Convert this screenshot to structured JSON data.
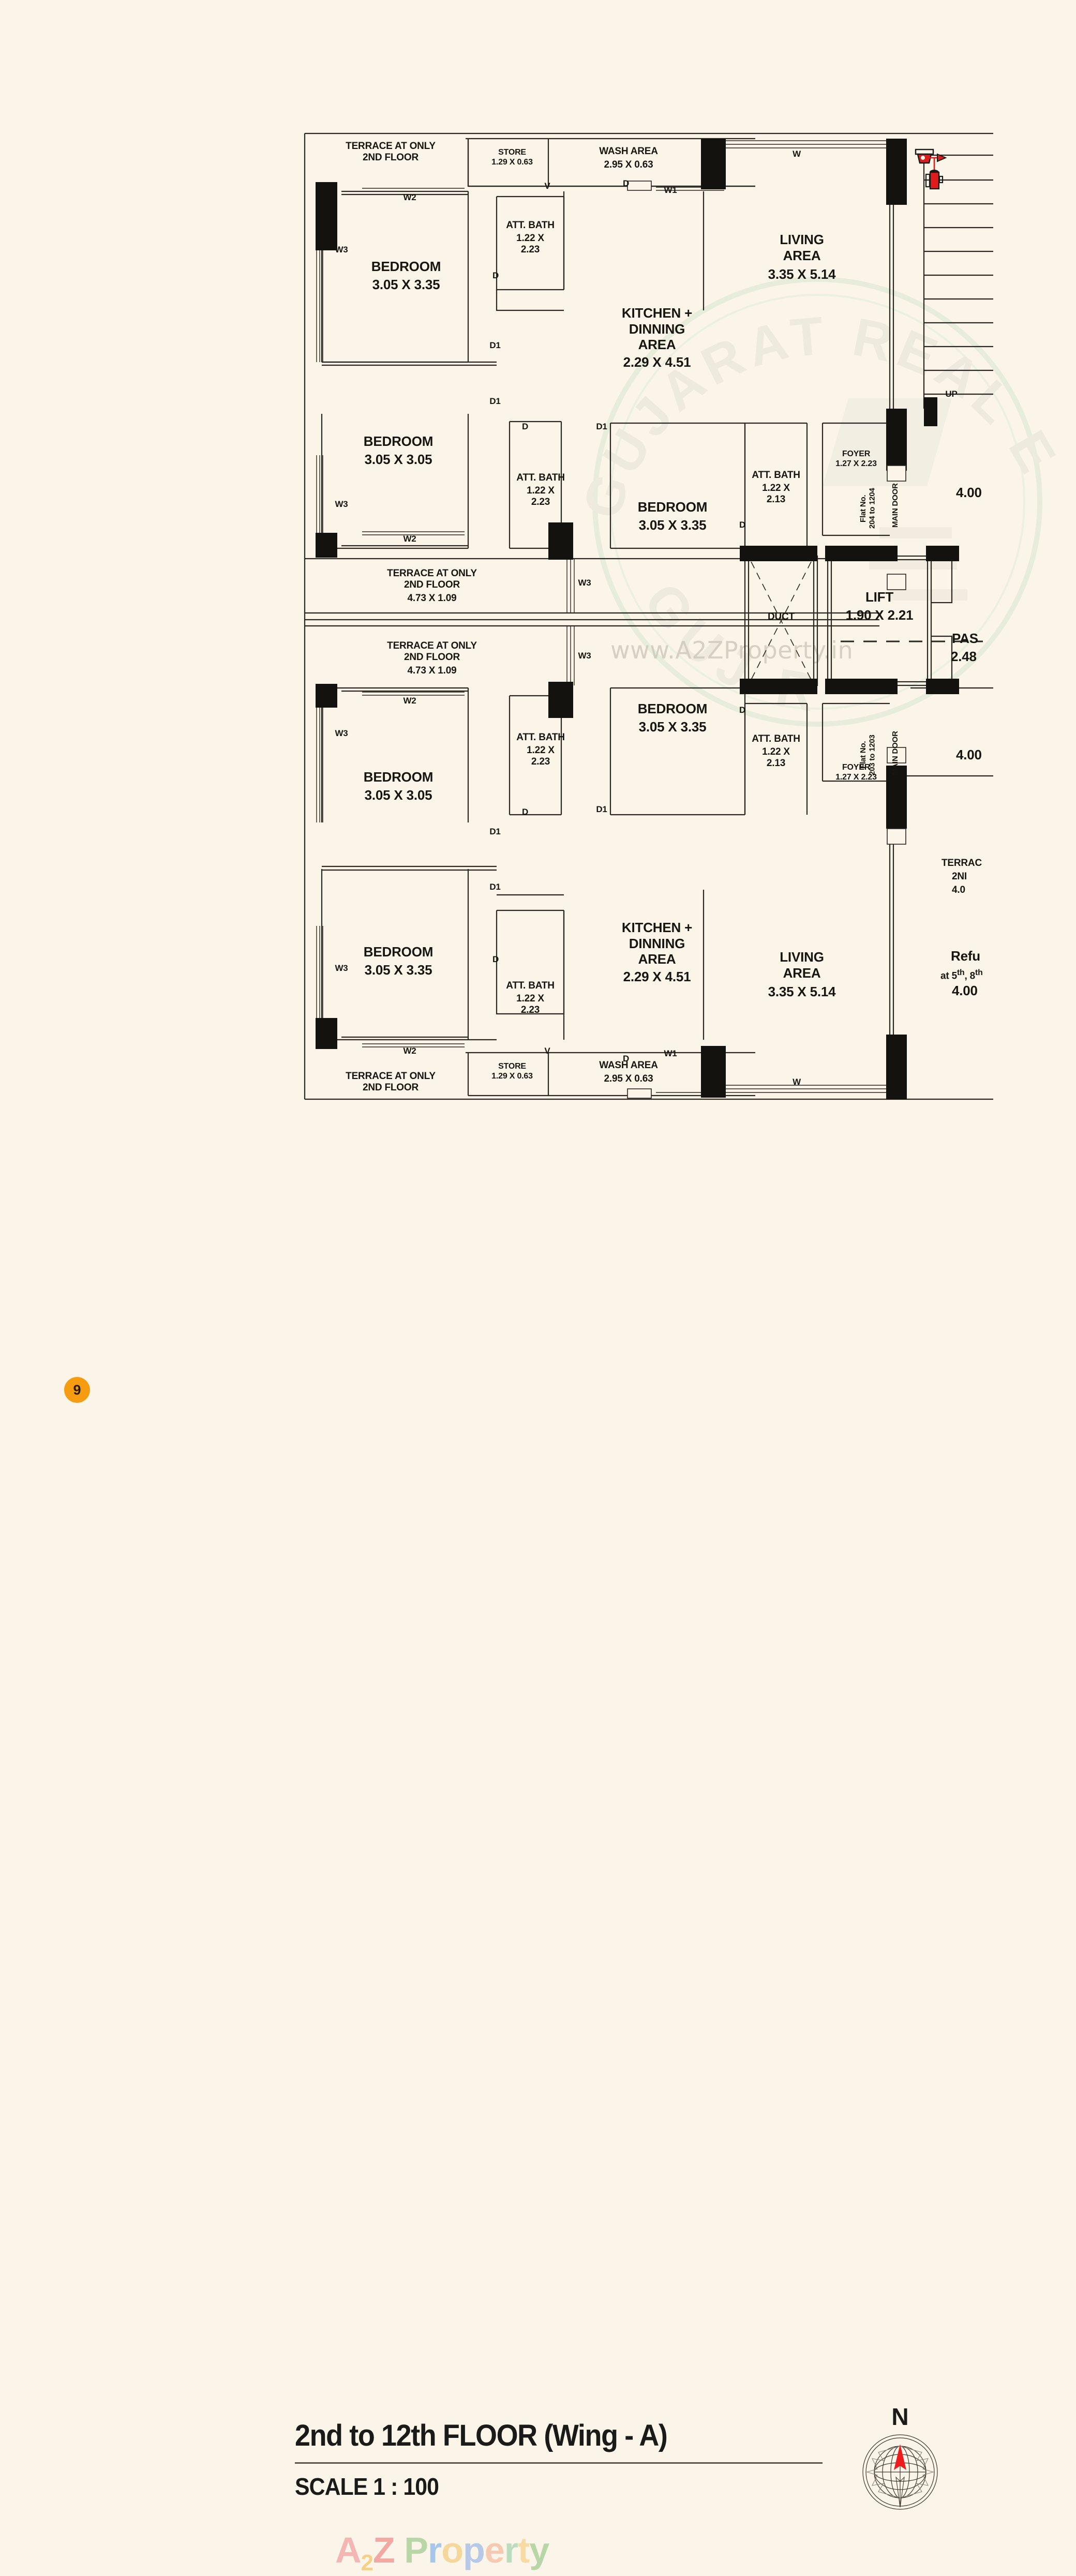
{
  "document": {
    "title": "2nd to 12th FLOOR (Wing - A)",
    "scale": "SCALE 1 : 100",
    "page_number": "9",
    "compass_label": "N",
    "watermark_url": "www.A2ZProperty.in",
    "watermark_seal": "GUJARAT REAL ESTATE REGULATORY AUTHORITY",
    "brand": {
      "a": "A",
      "two": "2",
      "z": "Z",
      "property": "Property"
    }
  },
  "unit_top": {
    "terrace_nw": {
      "name": "TERRACE AT ONLY\n2ND FLOOR"
    },
    "store": {
      "name": "STORE",
      "dim": "1.29 X 0.63"
    },
    "wash_area": {
      "name": "WASH AREA",
      "dim": "2.95 X 0.63"
    },
    "bedroom_nw": {
      "name": "BEDROOM",
      "dim": "3.05 X 3.35"
    },
    "att_bath_1": {
      "name": "ATT. BATH",
      "dim": "1.22 X\n2.23"
    },
    "kitchen": {
      "name": "KITCHEN +\nDINNING\nAREA",
      "dim": "2.29 X 4.51"
    },
    "living": {
      "name": "LIVING\nAREA",
      "dim": "3.35 X 5.14"
    },
    "bedroom_w2": {
      "name": "BEDROOM",
      "dim": "3.05 X 3.05"
    },
    "att_bath_2": {
      "name": "ATT. BATH",
      "dim": "1.22 X\n2.23"
    },
    "bedroom_mid": {
      "name": "BEDROOM",
      "dim": "3.05 X 3.35"
    },
    "att_bath_3": {
      "name": "ATT. BATH",
      "dim": "1.22 X\n2.13"
    },
    "foyer": {
      "name": "FOYER",
      "dim": "1.27 X 2.23"
    },
    "flat_no": "Flat No.\n204 to 1204",
    "main_door": "MAIN DOOR",
    "terrace_mid": {
      "name": "TERRACE AT ONLY\n2ND FLOOR",
      "dim": "4.73 X 1.09"
    }
  },
  "unit_bottom": {
    "terrace_mid": {
      "name": "TERRACE AT ONLY\n2ND FLOOR",
      "dim": "4.73 X 1.09"
    },
    "bedroom_w2": {
      "name": "BEDROOM",
      "dim": "3.05 X 3.05"
    },
    "att_bath_1": {
      "name": "ATT. BATH",
      "dim": "1.22 X\n2.23"
    },
    "bedroom_mid": {
      "name": "BEDROOM",
      "dim": "3.05 X 3.35"
    },
    "att_bath_3": {
      "name": "ATT. BATH",
      "dim": "1.22 X\n2.13"
    },
    "foyer": {
      "name": "FOYER",
      "dim": "1.27 X 2.23"
    },
    "flat_no": "Flat No.\n203 to 1203",
    "main_door": "MAIN DOOR",
    "bedroom_sw": {
      "name": "BEDROOM",
      "dim": "3.05 X 3.35"
    },
    "att_bath_2": {
      "name": "ATT. BATH",
      "dim": "1.22 X\n2.23"
    },
    "kitchen": {
      "name": "KITCHEN +\nDINNING\nAREA",
      "dim": "2.29 X 4.51"
    },
    "living": {
      "name": "LIVING\nAREA",
      "dim": "3.35 X 5.14"
    },
    "store": {
      "name": "STORE",
      "dim": "1.29 X 0.63"
    },
    "wash_area": {
      "name": "WASH AREA",
      "dim": "2.95 X 0.63"
    },
    "terrace_sw": {
      "name": "TERRACE AT ONLY\n2ND FLOOR"
    }
  },
  "core": {
    "duct": "DUCT",
    "lift": {
      "name": "LIFT",
      "dim": "1.90 X 2.21"
    },
    "stair_up": "UP",
    "passage": {
      "name": "PAS",
      "dim": "2.48"
    },
    "passage_width_top": "4.00",
    "passage_width_bottom": "4.00",
    "terrace_right": {
      "name": "TERRAC",
      "line2": "2NI",
      "line3": "4.0"
    },
    "refuge": {
      "name": "Refu",
      "line2": "at 5",
      "sup1": "th",
      "mid": ", 8",
      "sup2": "th",
      "line3": "4.00"
    }
  },
  "markers": {
    "w": "W",
    "w1": "W1",
    "w2": "W2",
    "w3": "W3",
    "v": "V",
    "d": "D",
    "d1": "D1"
  }
}
